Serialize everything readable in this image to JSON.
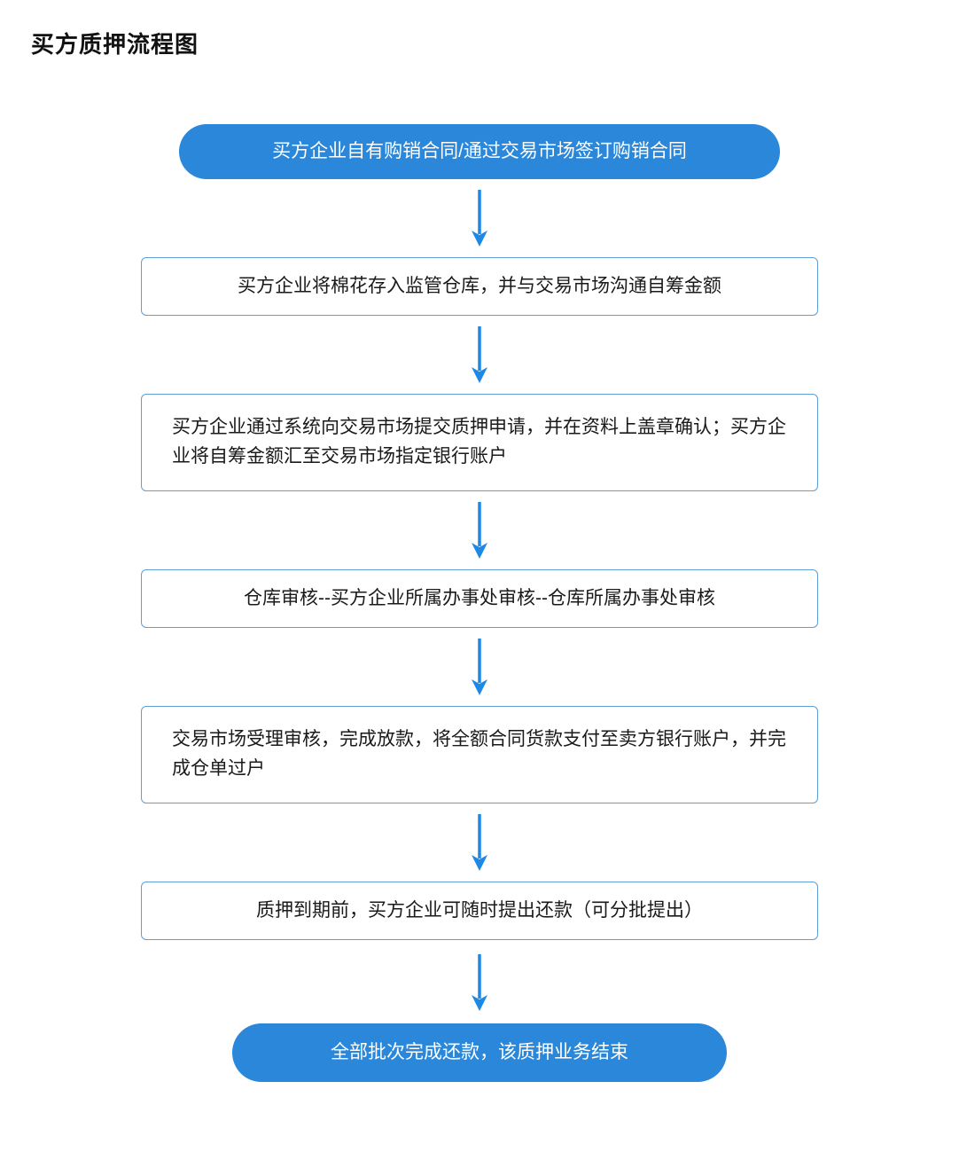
{
  "title": "买方质押流程图",
  "colors": {
    "node_fill": "#2a87d9",
    "node_text": "#ffffff",
    "box_border": "#5e9fd8",
    "arrow": "#1e88e5"
  },
  "flow": {
    "nodes": [
      {
        "type": "pill",
        "text": "买方企业自有购销合同/通过交易市场签订购销合同"
      },
      {
        "type": "box",
        "text": "买方企业将棉花存入监管仓库，并与交易市场沟通自筹金额"
      },
      {
        "type": "box",
        "text": "买方企业通过系统向交易市场提交质押申请，并在资料上盖章确认；买方企业将自筹金额汇至交易市场指定银行账户"
      },
      {
        "type": "box",
        "text": "仓库审核--买方企业所属办事处审核--仓库所属办事处审核"
      },
      {
        "type": "box",
        "text": "交易市场受理审核，完成放款，将全额合同货款支付至卖方银行账户，并完成仓单过户"
      },
      {
        "type": "box",
        "text": "质押到期前，买方企业可随时提出还款（可分批提出）"
      },
      {
        "type": "pill",
        "text": "全部批次完成还款，该质押业务结束"
      }
    ]
  }
}
